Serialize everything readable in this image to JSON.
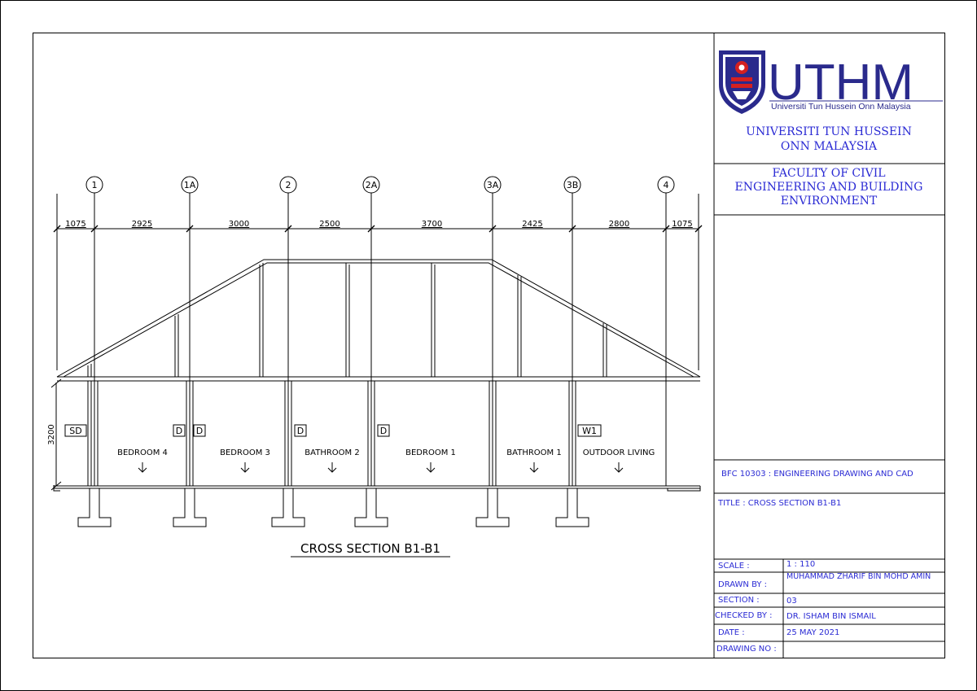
{
  "logo": {
    "brand": "UTHM",
    "subtitle": "Universiti Tun Hussein Onn Malaysia"
  },
  "university": {
    "line1": "UNIVERSITI TUN HUSSEIN",
    "line2": "ONN MALAYSIA"
  },
  "faculty": {
    "line1": "FACULTY OF CIVIL",
    "line2": "ENGINEERING AND BUILDING",
    "line3": "ENVIRONMENT"
  },
  "course": "BFC 10303 : ENGINEERING DRAWING AND CAD",
  "title_block": {
    "title": "TITLE : CROSS SECTION B1-B1",
    "rows": [
      {
        "label": "SCALE :",
        "value": "1 : 110"
      },
      {
        "label": "DRAWN BY :",
        "value": "MUHAMMAD ZHARIF BIN MOHD AMIN"
      },
      {
        "label": "SECTION :",
        "value": "03"
      },
      {
        "label": "CHECKED BY :",
        "value": "DR. ISHAM BIN ISMAIL"
      },
      {
        "label": "DATE :",
        "value": "25 MAY 2021"
      },
      {
        "label": "DRAWING NO :",
        "value": ""
      }
    ]
  },
  "drawing": {
    "caption": "CROSS SECTION B1-B1",
    "grid_labels": [
      "1",
      "1A",
      "2",
      "2A",
      "3A",
      "3B",
      "4"
    ],
    "dimensions": [
      "1075",
      "2925",
      "3000",
      "2500",
      "3700",
      "2425",
      "2800",
      "1075"
    ],
    "height_dim": "3200",
    "rooms": [
      "BEDROOM 4",
      "BEDROOM 3",
      "BATHROOM 2",
      "BEDROOM 1",
      "BATHROOM 1",
      "OUTDOOR LIVING"
    ],
    "tags": [
      "SD",
      "D",
      "D",
      "D",
      "D",
      "W1"
    ]
  },
  "colors": {
    "line": "#000000",
    "accent": "#2b2bd4",
    "logo_navy": "#2a2a8c",
    "logo_red": "#d42020"
  }
}
